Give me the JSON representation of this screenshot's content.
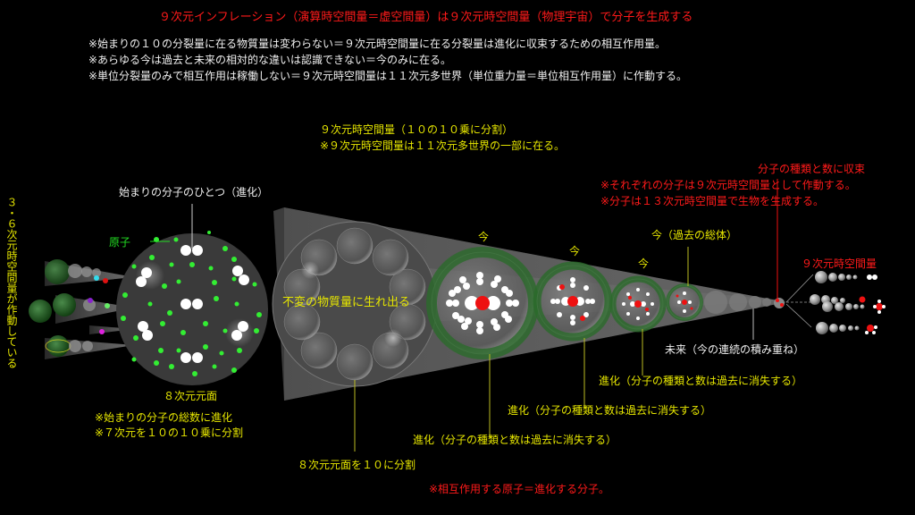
{
  "header": {
    "title": "９次元インフレーション（演算時空間量＝虚空間量）は９次元時空間量（物理宇宙）で分子を生成する",
    "notes": [
      "※始まりの１０の分裂量に在る物質量は変わらない＝９次元時空間量に在る分裂量は進化に収束するための相互作用量。",
      "※あらゆる今は過去と未来の相対的な違いは認識できない＝今のみに在る。",
      "※単位分裂量のみで相互作用は稼働しない＝９次元時空間量は１１次元多世界（単位重力量＝単位相互作用量）に作動する。"
    ]
  },
  "cone_label": {
    "line1": "９次元時空間量（１０の１０乗に分割）",
    "line2": "※９次元時空間量は１１次元多世界の一部に在る。"
  },
  "right_labels": {
    "converge": "分子の種類と数に収束",
    "note1": "※それぞれの分子は９次元時空間量として作動する。",
    "note2": "※分子は１３次元時空間量で生物を生成する。",
    "nine_dim": "９次元時空間量"
  },
  "left_labels": {
    "vertical": "３・６次元時空間量が作動している",
    "atom": "原子",
    "first_molecule": "始まりの分子のひとつ（進化）"
  },
  "sphere_labels": {
    "eighth_plane": "８次元元面",
    "eighth_note1": "※始まりの分子の総数に進化",
    "eighth_note2": "※７次元を１０の１０乗に分割",
    "split": "８次元元面を１０に分割",
    "unchanged": "不変の物質量に生れ出る",
    "now1": "今",
    "now2": "今",
    "now3": "今",
    "now_total": "今（過去の総体）",
    "future": "未来（今の連続の積み重ね）",
    "evo1": "進化（分子の種類と数は過去に消失する）",
    "evo2": "進化（分子の種類と数は過去に消失する）",
    "evo3": "進化（分子の種類と数は過去に消失する）",
    "bottom_note": "※相互作用する原子＝進化する分子。"
  },
  "colors": {
    "background": "#000000",
    "red": "#ff1a1a",
    "yellow": "#e6e600",
    "green": "#22dd22",
    "white": "#f0f0f0",
    "sphere_gray": "#3a3a3a"
  }
}
